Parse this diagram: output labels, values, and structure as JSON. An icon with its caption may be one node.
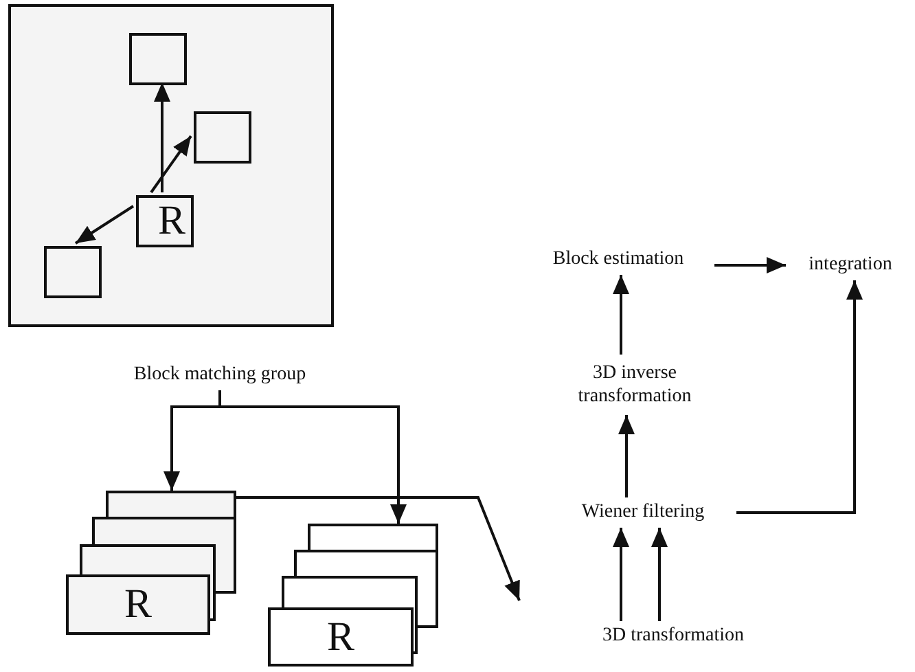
{
  "diagram": {
    "nodes": [
      {
        "text": [],
        "shape": "box"
      },
      {
        "text": [],
        "in": 0,
        "shape": "box"
      },
      {
        "text": [],
        "in": 0,
        "shape": "box"
      },
      {
        "text": [
          "R"
        ],
        "in": 0
      },
      {
        "text": [],
        "in": 0,
        "shape": "box"
      },
      {
        "text": [
          "Block matching group"
        ]
      },
      {
        "text": [
          "R"
        ]
      },
      {
        "text": [
          "R"
        ]
      },
      {
        "text": [
          "Block estimation"
        ]
      },
      {
        "text": [
          "integration"
        ]
      },
      {
        "text": [
          "3D inverse transformation"
        ]
      },
      {
        "text": [
          "Wiener filtering"
        ]
      },
      {
        "text": [
          "3D transformation"
        ]
      }
    ],
    "edges": [
      {
        "from": 3,
        "to": 1,
        "arrow": "to"
      },
      {
        "from": 3,
        "to": 2,
        "arrow": "to"
      },
      {
        "from": 3,
        "to": 4,
        "arrow": "to"
      },
      {
        "from": 5,
        "to": 6,
        "arrow": "to"
      },
      {
        "from": 5,
        "to": 7,
        "arrow": "to"
      },
      {
        "from": 6,
        "to": null,
        "arrow": "to"
      },
      {
        "from": 8,
        "to": 9,
        "arrow": "to"
      },
      {
        "from": 10,
        "to": 8,
        "arrow": "to"
      },
      {
        "from": 11,
        "to": 10,
        "arrow": "to"
      },
      {
        "from": 12,
        "to": 11,
        "arrow": "to"
      },
      {
        "from": 12,
        "to": 11,
        "arrow": "to"
      },
      {
        "from": 11,
        "to": 9,
        "arrow": "to"
      }
    ]
  }
}
